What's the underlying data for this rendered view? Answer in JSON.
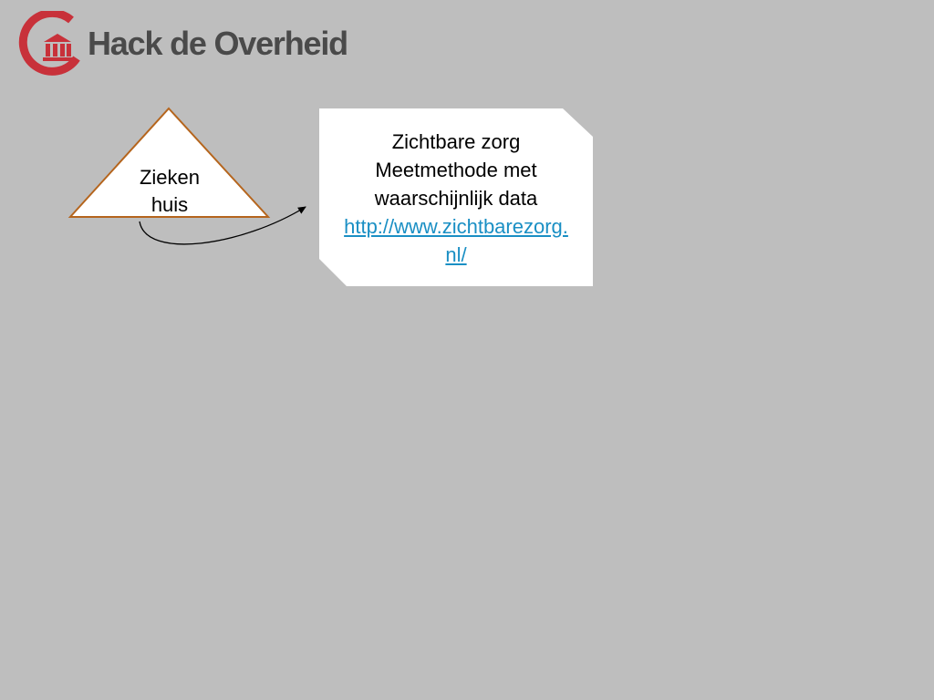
{
  "header": {
    "logo_text": "Hack de Overheid",
    "logo_icon": "government-building-icon",
    "brand_color": "#c8313a"
  },
  "diagram": {
    "triangle": {
      "label_line1": "Zieken",
      "label_line2": "huis",
      "stroke_color": "#b5651d",
      "fill_color": "#ffffff"
    },
    "note": {
      "line1": "Zichtbare zorg",
      "line2": "Meetmethode met",
      "line3": "waarschijnlijk data",
      "link_text": "http://www.zichtbarezorg.nl/",
      "link_color": "#1a8fc4"
    },
    "connector": {
      "type": "curved-arrow"
    }
  }
}
